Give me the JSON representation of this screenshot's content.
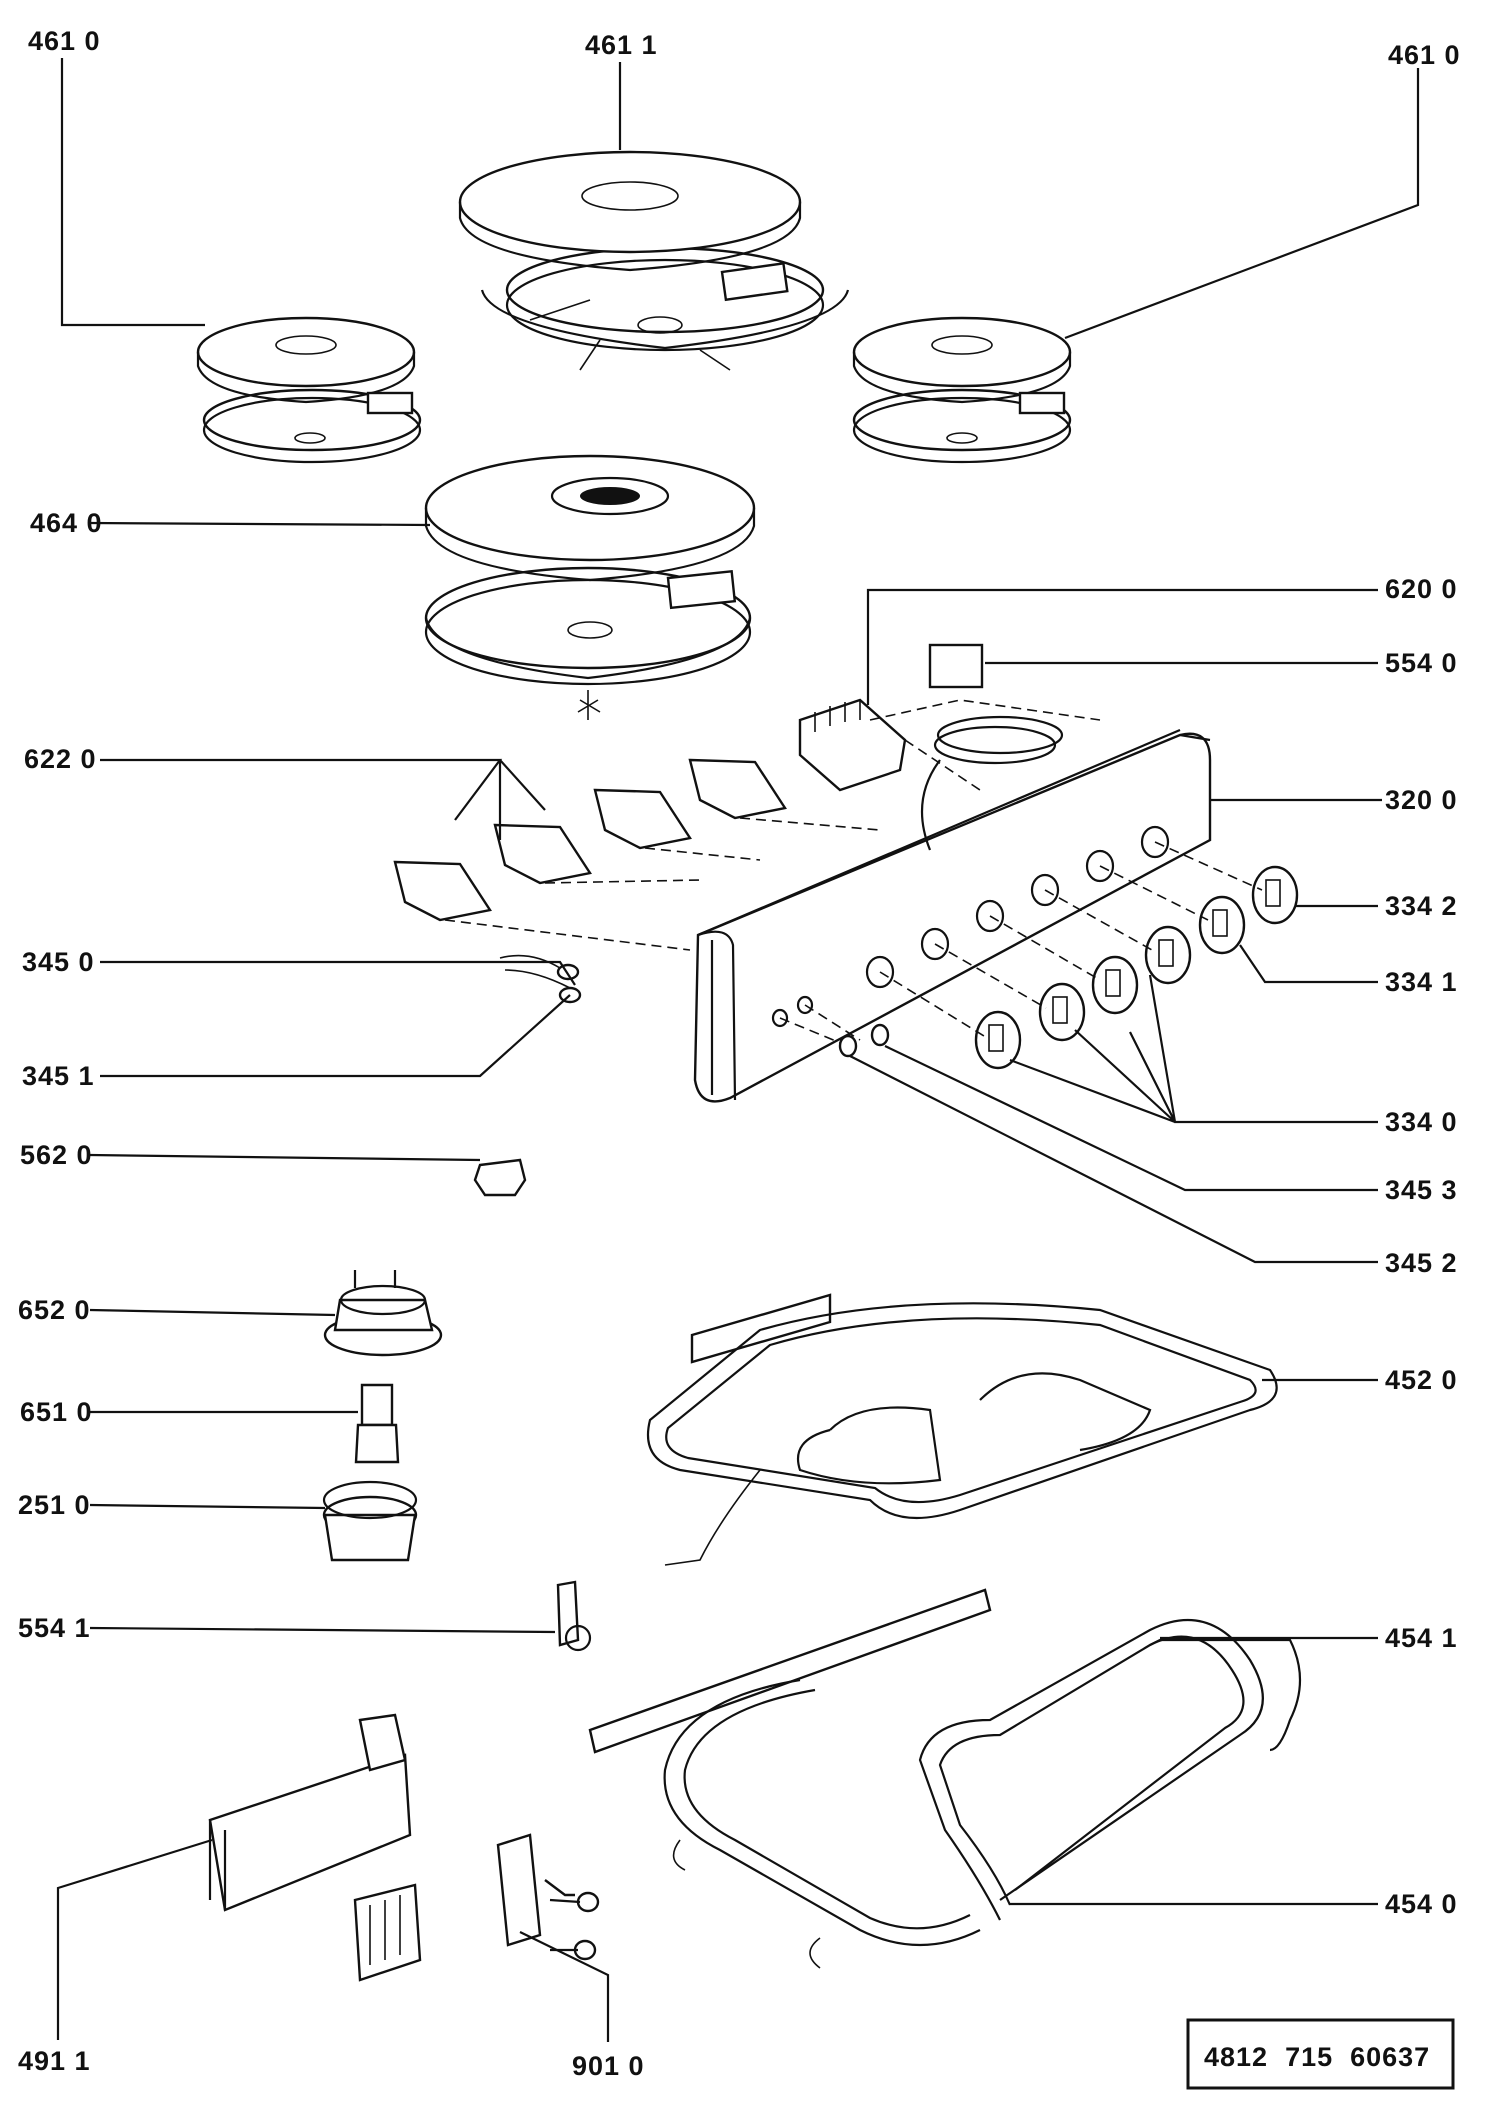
{
  "labels": {
    "hob_small_left": "461 0",
    "hob_large_top": "461 1",
    "hob_small_right": "461 0",
    "hob_front_rapid": "464 0",
    "selector_switch": "620 0",
    "thermostat": "554 0",
    "energy_regulators": "622 0",
    "control_panel": "320 0",
    "knob_thermostat": "334 2",
    "knob_selector": "334 1",
    "knobs_hotplates": "334 0",
    "neon_lamp_a": "345 0",
    "neon_lamp_b": "345 1",
    "neon_lamp_c": "345 3",
    "neon_lamp_d": "345 2",
    "clip_bracket": "562 0",
    "lamp_holder": "652 0",
    "lamp_bulb": "651 0",
    "lamp_cover": "251 0",
    "bulb_clip": "554 1",
    "top_heating_element": "452 0",
    "lower_element_bracket": "454 1",
    "lower_heating_element": "454 0",
    "terminal_block_bracket": "491 1",
    "earth_terminal": "901 0"
  },
  "footer": {
    "part_number": "4812  715  60637"
  },
  "colors": {
    "ink": "#111111",
    "paper": "#ffffff"
  }
}
